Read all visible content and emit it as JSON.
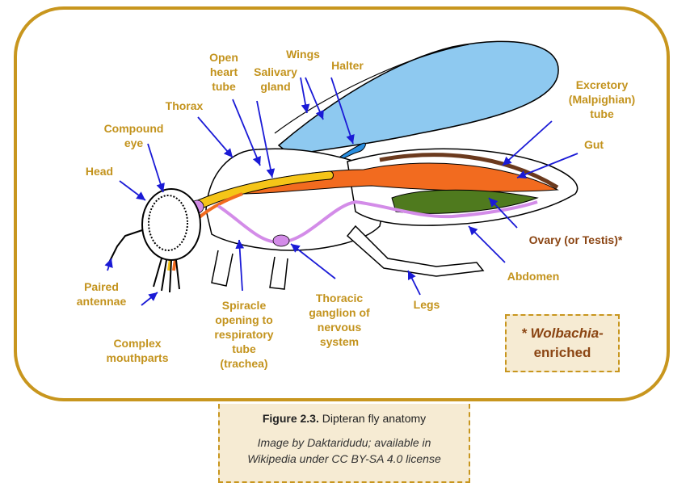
{
  "figure": {
    "caption_number": "Figure 2.3.",
    "caption_title": "Dipteran fly anatomy",
    "credit_line1": "Image by Daktaridudu; available in",
    "credit_line2": "Wikipedia under CC BY-SA 4.0 license"
  },
  "note": {
    "prefix": "* ",
    "organism": "Wolbachia-",
    "suffix": "enriched"
  },
  "labels": {
    "open_heart_tube": "Open\nheart\ntube",
    "salivary_gland": "Salivary\ngland",
    "wings": "Wings",
    "halter": "Halter",
    "thorax": "Thorax",
    "compound_eye": "Compound\neye",
    "head": "Head",
    "excretory_tube": "Excretory\n(Malpighian)\ntube",
    "gut": "Gut",
    "ovary": "Ovary (or Testis)*",
    "abdomen": "Abdomen",
    "paired_antennae": "Paired\nantennae",
    "complex_mouthparts": "Complex\nmouthparts",
    "spiracle": "Spiracle\nopening to\nrespiratory\ntube\n(trachea)",
    "thoracic_ganglion": "Thoracic\nganglion of\nnervous\nsystem",
    "legs": "Legs"
  },
  "colors": {
    "frame": "#C8961E",
    "label": "#C3931D",
    "highlight_label": "#8B4513",
    "arrow": "#1A1AD6",
    "wing": "#8EC9F0",
    "halter": "#2A8FE0",
    "salivary": "#F5C518",
    "gut": "#F26B1F",
    "excretory": "#6B3A1E",
    "ovary": "#4F7A1E",
    "nerve": "#D38CE8"
  }
}
